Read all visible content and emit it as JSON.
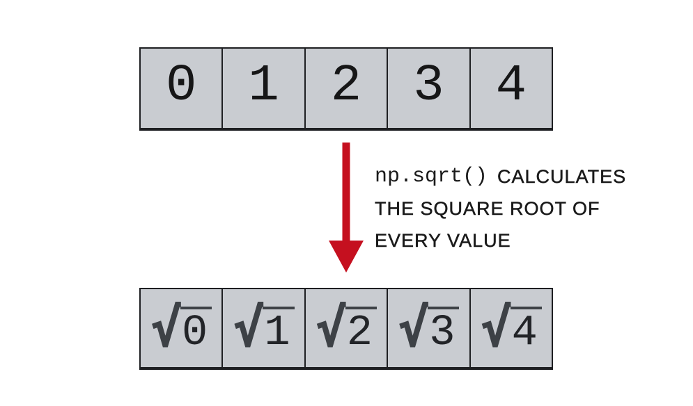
{
  "arrays": {
    "input": {
      "cells": [
        "0",
        "1",
        "2",
        "3",
        "4"
      ]
    },
    "output": {
      "radical_symbol": "√",
      "cells": [
        "0",
        "1",
        "2",
        "3",
        "4"
      ]
    }
  },
  "annotation": {
    "code": "np.sqrt()",
    "line1_rest": "CALCULATES",
    "line2": "THE SQUARE ROOT OF",
    "line3": "EVERY VALUE"
  },
  "colors": {
    "cell_fill": "#c9ccd1",
    "cell_border": "#1e1f22",
    "arrow_red": "#c5101f",
    "text": "#1a1a1a",
    "radical": "#3d4146"
  }
}
